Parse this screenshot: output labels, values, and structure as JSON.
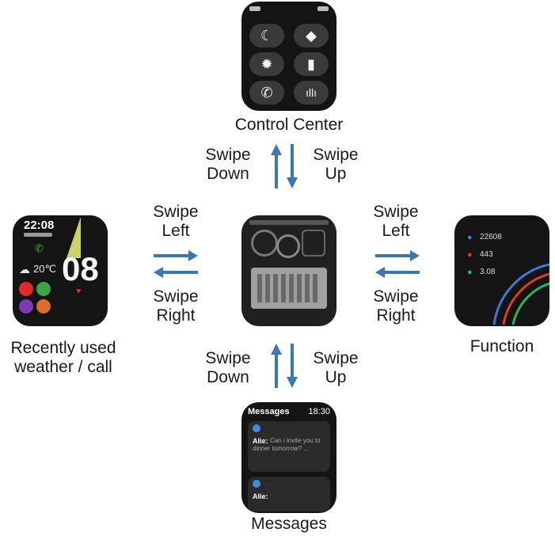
{
  "labels": {
    "control_center": "Control Center",
    "recently_used": "Recently used weather / call",
    "function": "Function",
    "messages": "Messages"
  },
  "gestures": {
    "top_left": "Swipe Down",
    "top_right": "Swipe Up",
    "left_top": "Swipe Left",
    "left_bottom": "Swipe Right",
    "right_top": "Swipe Left",
    "right_bottom": "Swipe Right",
    "bottom_left": "Swipe Down",
    "bottom_right": "Swipe Up"
  },
  "watch_left": {
    "time": "22:08",
    "temp": "20℃",
    "big_number": "08"
  },
  "watch_right": {
    "steps": "22608",
    "kcal": "443",
    "km": "3.08"
  },
  "watch_bottom": {
    "title": "Messages",
    "time": "18:30",
    "sender": "Alie:",
    "preview": "Can i invite you to dinner tomorrow? ..."
  },
  "colors": {
    "arrow": "#3a78b5",
    "screen": "#141414"
  }
}
